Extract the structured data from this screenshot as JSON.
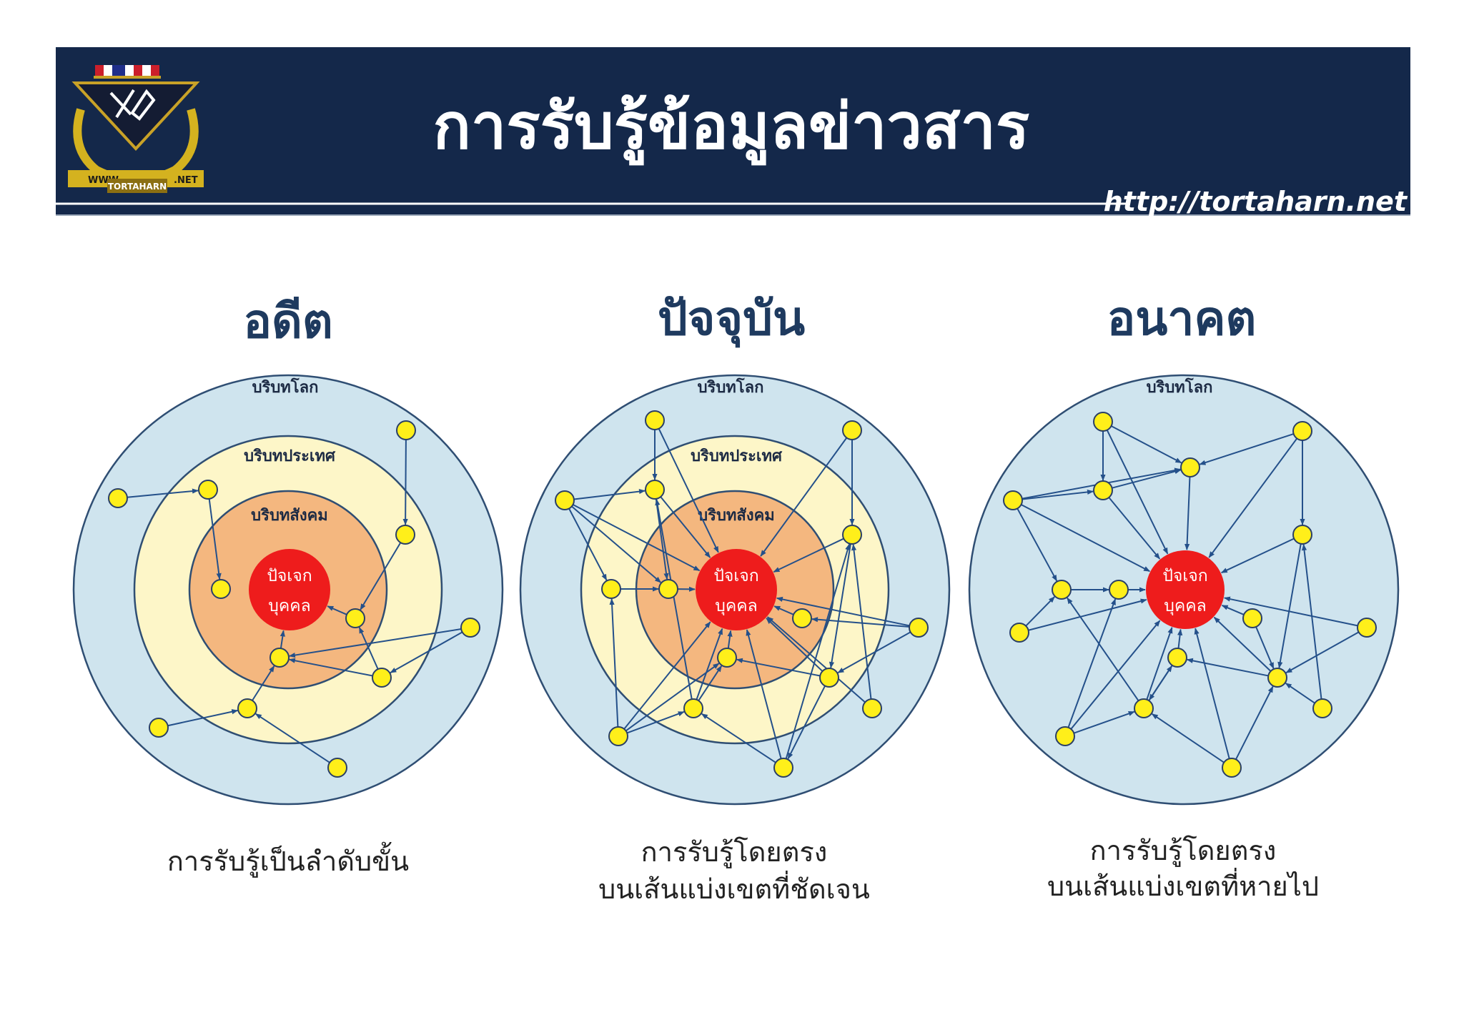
{
  "header": {
    "title": "การรับรู้ข้อมูลข่าวสาร",
    "url": "http://tortaharn.net",
    "logo_text": {
      "top_left": "WWW.",
      "top_right": ".NET",
      "bottom": "TORTAHARN"
    }
  },
  "colors": {
    "banner": "#14284a",
    "outer_ring": "#cfe4ee",
    "middle_ring": "#fdf6c8",
    "inner_ring": "#f4b77f",
    "core": "#ee1c1c",
    "node": "#ffef1a",
    "edge": "#24508a",
    "ring_stroke": "#2f4e73"
  },
  "icons": [
    "emblem-logo-icon",
    "flag-ribbon-icon",
    "laurel-wreath-icon"
  ],
  "diagrams": [
    {
      "id": "past",
      "era": "อดีต",
      "labels": {
        "world": "บริบทโลก",
        "country": "บริบทประเทศ",
        "society": "บริบทสังคม"
      },
      "core": [
        "ปัจเจก",
        "บุคคล"
      ],
      "caption": [
        "การรับรู้เป็นลำดับขั้น"
      ],
      "layers": 3
    },
    {
      "id": "present",
      "era": "ปัจจุบัน",
      "labels": {
        "world": "บริบทโลก",
        "country": "บริบทประเทศ",
        "society": "บริบทสังคม"
      },
      "core": [
        "ปัจเจก",
        "บุคคล"
      ],
      "caption": [
        "การรับรู้โดยตรง",
        "บนเส้นแบ่งเขตที่ชัดเจน"
      ],
      "layers": 3
    },
    {
      "id": "future",
      "era": "อนาคต",
      "labels": {
        "world": "บริบทโลก"
      },
      "core": [
        "ปัจเจก",
        "บุคคล"
      ],
      "caption": [
        "การรับรู้โดยตรง",
        "บนเส้นแบ่งเขตที่หายไป"
      ],
      "layers": 1
    }
  ]
}
